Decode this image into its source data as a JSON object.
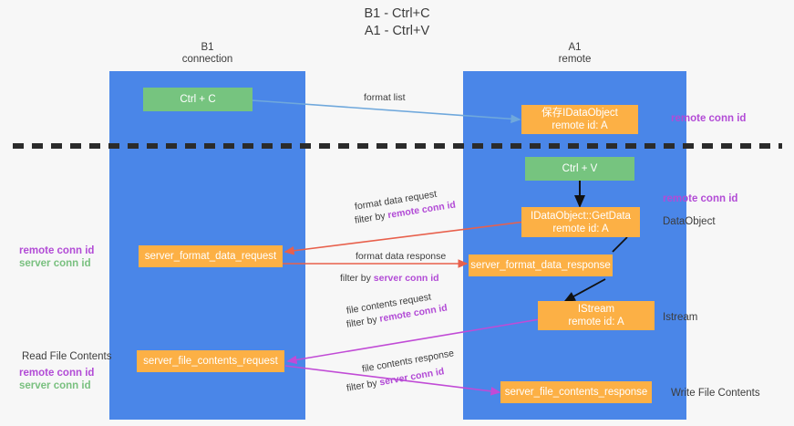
{
  "title": {
    "line1": "B1 - Ctrl+C",
    "line2": "A1 - Ctrl+V"
  },
  "columns": [
    {
      "name": "B1",
      "role": "connection"
    },
    {
      "name": "A1",
      "role": "remote"
    }
  ],
  "nodes": {
    "ctrl_c": "Ctrl + C",
    "save_dataobject_l1": "保存IDataObject",
    "save_dataobject_l2": "remote id: A",
    "ctrl_v": "Ctrl + V",
    "getdata_l1": "IDataObject::GetData",
    "getdata_l2": "remote id: A",
    "server_format_data_request": "server_format_data_request",
    "server_format_data_response": "server_format_data_response",
    "istream_l1": "IStream",
    "istream_l2": "remote id: A",
    "server_file_contents_request": "server_file_contents_request",
    "server_file_contents_response": "server_file_contents_response"
  },
  "edges": {
    "format_list": "format list",
    "format_data_request": "format data request",
    "format_data_request_filter_prefix": "filter by ",
    "format_data_request_filter_key": "remote conn id",
    "format_data_response": "format data response",
    "format_data_response_filter_prefix": "filter by ",
    "format_data_response_filter_key": "server conn id",
    "file_contents_request": "file contents request",
    "file_contents_request_filter_prefix": "filter by ",
    "file_contents_request_filter_key": "remote conn id",
    "file_contents_response": "file contents response",
    "file_contents_response_filter_prefix": "filter by ",
    "file_contents_response_filter_key": "server conn id"
  },
  "annotations": {
    "right_remote_conn_id_1": "remote conn id",
    "right_remote_conn_id_2": "remote conn id",
    "right_dataobject": "DataObject",
    "right_istream": "Istream",
    "right_write_file_contents": "Write File Contents",
    "left_remote_conn_id": "remote conn id",
    "left_server_conn_id": "server conn id",
    "left_read_file_contents": "Read File Contents",
    "left_remote_conn_id_2": "remote conn id",
    "left_server_conn_id_2": "server conn id"
  },
  "colors": {
    "lane": "#4a86e8",
    "green_node": "#76c47f",
    "orange_node": "#fcb045",
    "purple_text": "#b24bd6",
    "green_text": "#79c07f",
    "red_arrow": "#e8604c",
    "magenta_arrow": "#c14bd6",
    "blue_arrow": "#6fa8dc",
    "divider": "#2b2b2b"
  }
}
